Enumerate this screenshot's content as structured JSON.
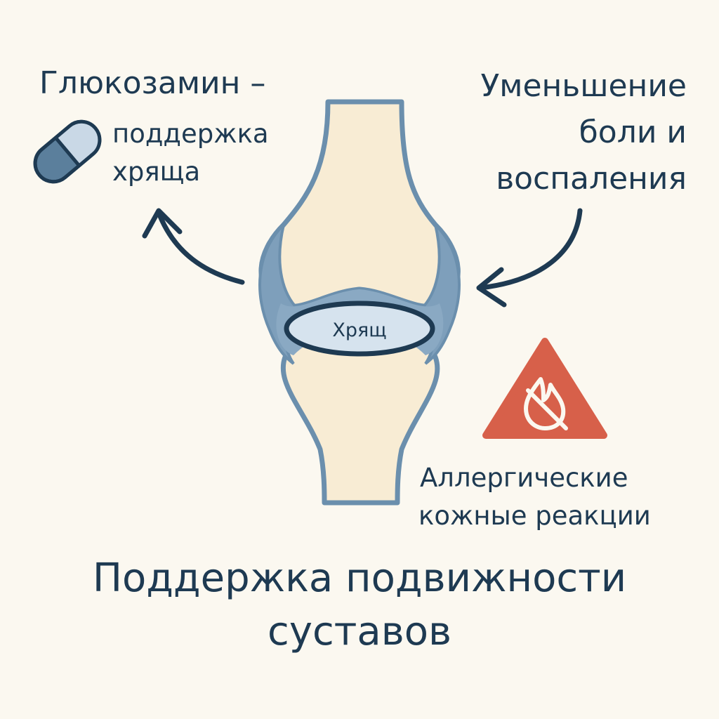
{
  "labels": {
    "glucosamine_title": "Глюкозамин –",
    "glucosamine_sub_line1": "поддержка",
    "glucosamine_sub_line2": "хряща",
    "relief_line1": "Уменьшение",
    "relief_line2": "боли и",
    "relief_line3": "воспаления",
    "cartilage": "Хрящ",
    "allergy_line1": "Аллергические",
    "allergy_line2": "кожные реакции",
    "footer_line1": "Поддержка подвижности",
    "footer_line2": "суставов"
  },
  "icons": {
    "capsule": "capsule-icon",
    "warning": "fire-warning-icon"
  },
  "colors": {
    "background": "#fbf8f0",
    "text": "#1e3a52",
    "bone": "#f8ecd4",
    "bone_outline": "#6b8fad",
    "cartilage_fill": "#d6e3ee",
    "synovium": "#7e9fbb",
    "arrow": "#1e3a52",
    "warning": "#d7604a"
  }
}
